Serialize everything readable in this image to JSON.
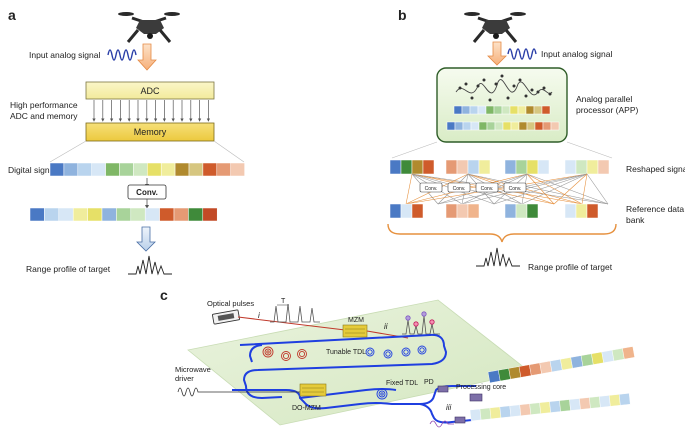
{
  "panel_a": {
    "letter": "a",
    "input_label": "Input analog signal",
    "adc_label": "ADC",
    "memory_label": "Memory",
    "hp_label_line1": "High performance",
    "hp_label_line2": "ADC and memory",
    "digital_label": "Digital signal",
    "conv_label": "Conv.",
    "range_label": "Range profile of target",
    "digital_colors": [
      "#4a79c4",
      "#8fb3de",
      "#b9d4ee",
      "#d7e7f6",
      "#7fb766",
      "#a8d39a",
      "#cfe8c1",
      "#e6e067",
      "#f0ed9c",
      "#b08a2e",
      "#d6c680",
      "#cf5b2b",
      "#e59a74",
      "#f3c9b1"
    ],
    "conv_colors": [
      "#4a79c4",
      "#b9d4ee",
      "#d7e7f6",
      "#f0ed9c",
      "#e6e067",
      "#8fb3de",
      "#a8d39a",
      "#cfe8c1",
      "#d7e7f6",
      "#cf5b2b",
      "#e59a74",
      "#3f8a3a",
      "#c24a26"
    ]
  },
  "panel_b": {
    "letter": "b",
    "input_label": "Input analog signal",
    "app_label_line1": "Analog parallel",
    "app_label_line2": "processor (APP)",
    "reshaped_label": "Reshaped signal",
    "reference_label_line1": "Reference data",
    "reference_label_line2": "bank",
    "conv_label": "Conv.",
    "range_label": "Range profile of target",
    "reshaped_groups": [
      [
        "#4a79c4",
        "#3f8a3a",
        "#b08a2e",
        "#cf5b2b"
      ],
      [
        "#e59a74",
        "#f3c9b1",
        "#b9d4ee",
        "#f0ed9c"
      ],
      [
        "#8fb3de",
        "#a8d39a",
        "#e6e067",
        "#d7e7f6"
      ],
      [
        "#d7e7f6",
        "#cfe8c1",
        "#f0ed9c",
        "#f3c9b1"
      ]
    ],
    "reference_groups": [
      [
        "#4a79c4",
        "#d7e7f6",
        "#cf5b2b"
      ],
      [
        "#e59a74",
        "#f3c9b1",
        "#f0b48c"
      ],
      [
        "#8fb3de",
        "#cfe8c1",
        "#3f8a3a"
      ],
      [
        "#d7e7f6",
        "#f0ed9c",
        "#cf5b2b"
      ]
    ]
  },
  "panel_c": {
    "letter": "c",
    "optical_label": "Optical pulses",
    "T_label": "T",
    "mzm_label": "MZM",
    "tunable_label": "Tunable TDL",
    "fixed_label": "Fixed TDL",
    "domzm_label": "DO-MZM",
    "microwave_line1": "Microwave",
    "microwave_line2": "driver",
    "pd_label": "PD",
    "processing_label": "Processing core",
    "roman_i": "i",
    "roman_ii": "ii",
    "roman_iii": "iii",
    "bar_top_colors": [
      "#4a79c4",
      "#3f8a3a",
      "#b08a2e",
      "#cf5b2b",
      "#e59a74",
      "#f3c9b1",
      "#b9d4ee",
      "#f0ed9c",
      "#8fb3de",
      "#a8d39a",
      "#e6e067",
      "#d7e7f6",
      "#cfe8c1",
      "#f0b48c"
    ],
    "bar_bottom_colors": [
      "#d7e7f6",
      "#cfe8c1",
      "#f0ed9c",
      "#b9d4ee",
      "#d7e7f6",
      "#f3c9b1",
      "#cfe8c1",
      "#f0ed9c",
      "#b9d4ee",
      "#a8d39a",
      "#d7e7f6",
      "#f3c9b1",
      "#cfe8c1",
      "#d7e7f6",
      "#f0ed9c",
      "#b9d4ee"
    ]
  }
}
